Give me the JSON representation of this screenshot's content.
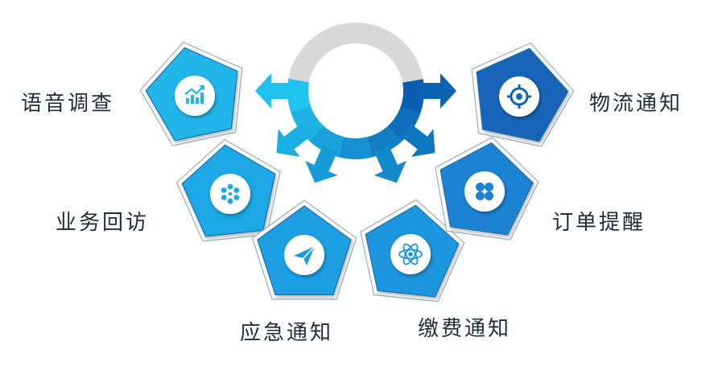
{
  "items": [
    {
      "label": "语音调查",
      "icon": "trend-chart-icon",
      "color": "#22b5ea"
    },
    {
      "label": "业务回访",
      "icon": "dots-circle-icon",
      "color": "#1aa8e6"
    },
    {
      "label": "应急通知",
      "icon": "paper-plane-icon",
      "color": "#1a9fe3"
    },
    {
      "label": "缴费通知",
      "icon": "atom-icon",
      "color": "#1b96df"
    },
    {
      "label": "订单提醒",
      "icon": "four-petal-icon",
      "color": "#1b83d3"
    },
    {
      "label": "物流通知",
      "icon": "target-icon",
      "color": "#1563b8"
    }
  ],
  "colors": {
    "ring_gray": "#d9d9d9",
    "ring_light": "#21c4f0",
    "ring_dark": "#0a5db0",
    "arrow_light": "#1fc2ef",
    "arrow_dark": "#0b63b4"
  }
}
